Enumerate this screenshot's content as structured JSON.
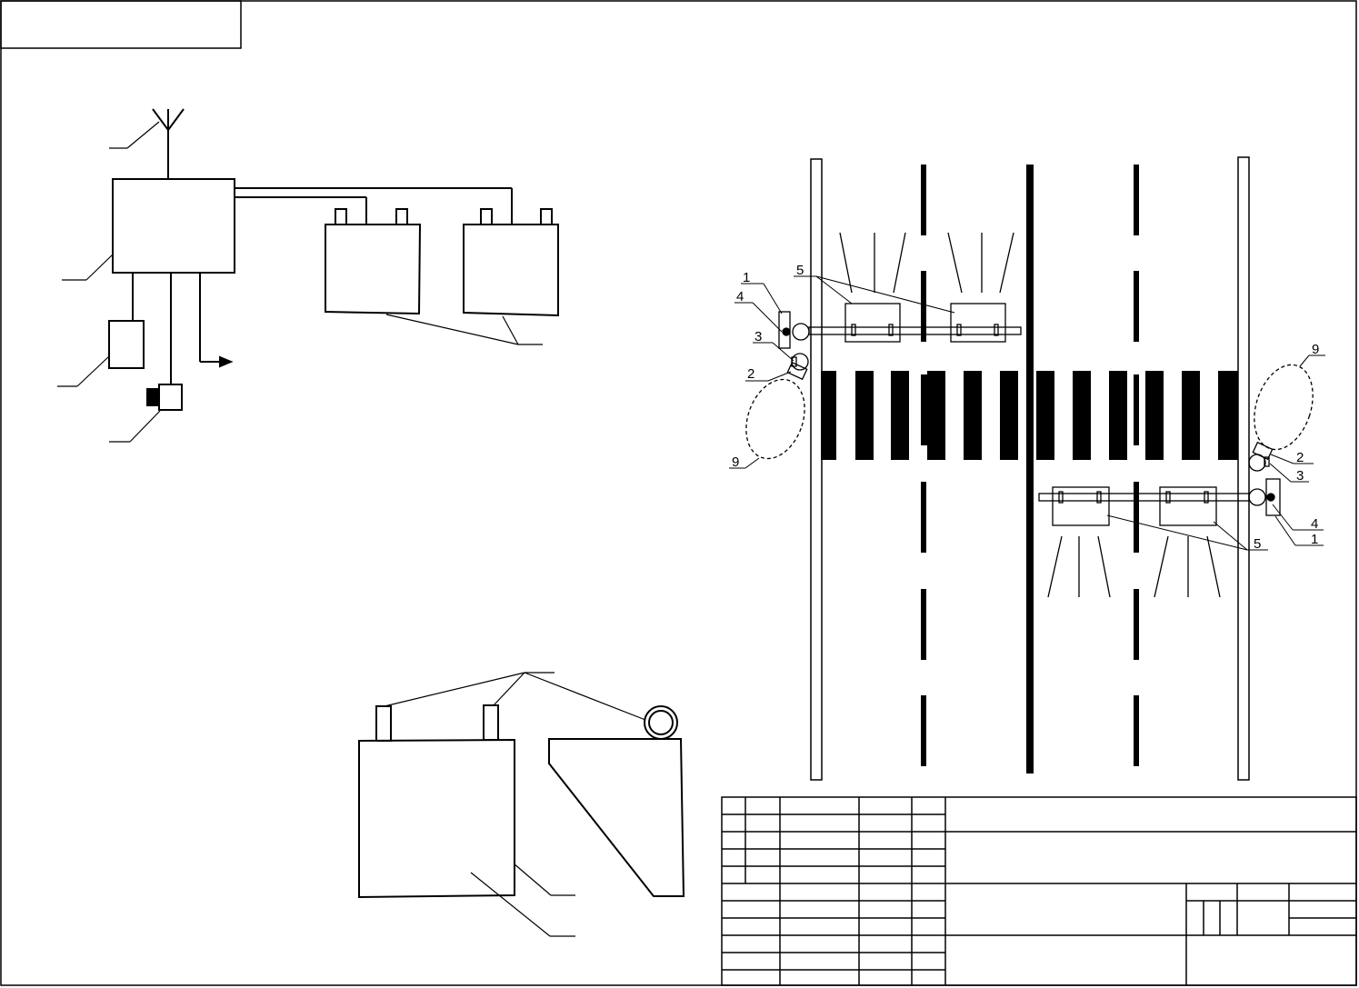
{
  "colors": {
    "ink": "#000000",
    "paper": "#ffffff",
    "detector_zone": "#000000"
  },
  "crossing_labels": {
    "left": {
      "n1": "1",
      "n4": "4",
      "n3": "3",
      "n2": "2",
      "n9": "9",
      "n5": "5"
    },
    "right": {
      "n9": "9",
      "n2": "2",
      "n3": "3",
      "n4": "4",
      "n1": "1",
      "n5": "5"
    }
  },
  "icons": {
    "antenna": "antenna-icon",
    "signal_output": "arrow-right-icon",
    "pole": "circle-pole-icon"
  }
}
